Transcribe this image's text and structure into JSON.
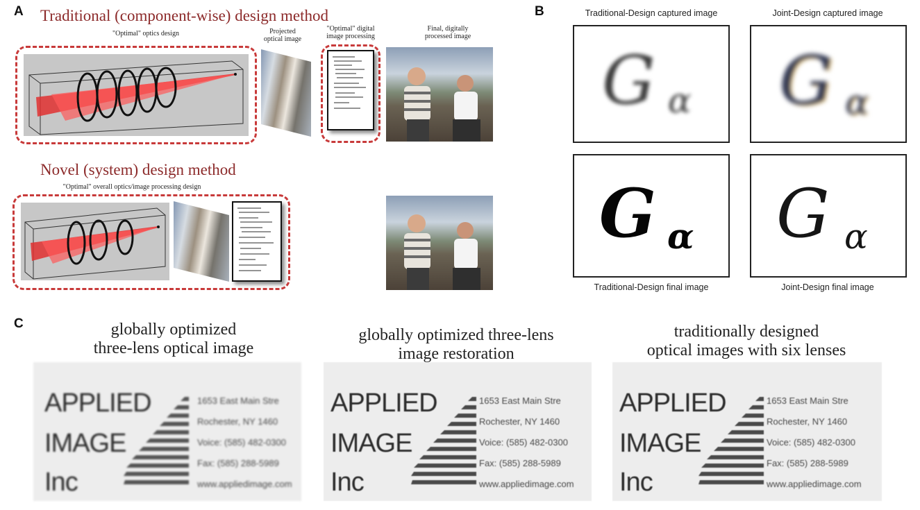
{
  "panel_a": {
    "label": "A",
    "traditional_heading": "Traditional (component-wise) design method",
    "optics_caption": "\"Optimal\" optics design",
    "projected_caption_1": "Projected",
    "projected_caption_2": "optical image",
    "processing_caption_1": "\"Optimal\" digital",
    "processing_caption_2": "image processing",
    "final_caption_1": "Final, digitally",
    "final_caption_2": "processed image",
    "novel_heading": "Novel (system) design method",
    "overall_caption": "\"Optimal\" overall optics/image processing design"
  },
  "panel_b": {
    "label": "B",
    "trad_captured": "Traditional-Design captured image",
    "joint_captured": "Joint-Design captured image",
    "trad_final": "Traditional-Design final image",
    "joint_final": "Joint-Design final image",
    "glyph_G": "G",
    "glyph_alpha": "α"
  },
  "panel_c": {
    "label": "C",
    "caption_1_line1": "globally optimized",
    "caption_1_line2": "three-lens optical image",
    "caption_2_line1": "globally optimized three-lens",
    "caption_2_line2": "image restoration",
    "caption_3_line1": "traditionally designed",
    "caption_3_line2": "optical images with six lenses",
    "card": {
      "word1": "APPLIED",
      "word2": "IMAGE",
      "word3": "Inc",
      "address": "1653 East Main Stre",
      "city": "Rochester, NY 1460",
      "voice": "Voice:   (585) 482-0300",
      "fax": "Fax:      (585) 288-5989",
      "web": "www.appliedimage.com"
    }
  },
  "colors": {
    "heading_red": "#8c2a2a",
    "dash_red": "#c83a3a",
    "beam_red": "#e03030",
    "optics_gray": "#c7c7c7"
  }
}
